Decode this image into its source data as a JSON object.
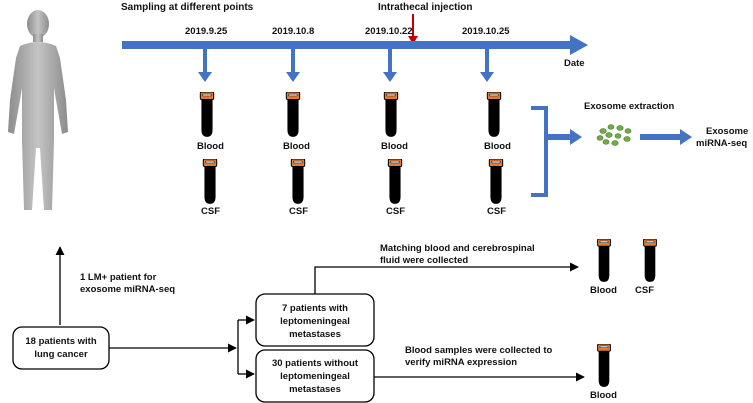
{
  "header": {
    "sampling_title": "Sampling at different points",
    "injection_label": "Intrathecal injection",
    "date_label": "Date"
  },
  "timeline": {
    "dates": [
      "2019.9.25",
      "2019.10.8",
      "2019.10.22",
      "2019.10.25"
    ],
    "sample_labels": {
      "blood": "Blood",
      "csf": "CSF"
    }
  },
  "extraction": {
    "label": "Exosome extraction",
    "result_line1": "Exosome",
    "result_line2": "miRNA-seq"
  },
  "flow": {
    "lm_patient_line1": "1 LM+ patient for",
    "lm_patient_line2": "exosome miRNA-seq",
    "root_box_line1": "18 patients with",
    "root_box_line2": "lung cancer",
    "lm_box_line1": "7 patients with",
    "lm_box_line2": "leptomeningeal",
    "lm_box_line3": "metastases",
    "nonlm_box_line1": "30 patients without",
    "nonlm_box_line2": "leptomeningeal",
    "nonlm_box_line3": "metastases",
    "matching_line1": "Matching blood and cerebrospinal",
    "matching_line2": "fluid were collected",
    "verify_line1": "Blood samples were collected to",
    "verify_line2": "verify miRNA expression",
    "out_blood": "Blood",
    "out_csf": "CSF",
    "out_blood2": "Blood"
  },
  "colors": {
    "arrow_blue": "#4472c4",
    "injection_red": "#c00000",
    "tube_cap": "#e07b39",
    "blood_top": "#fbe3dc",
    "blood_bottom": "#c0392b",
    "csf_top": "#fff8dc",
    "csf_bottom": "#e6c200",
    "exosome_green": "#70ad47",
    "body_fill": "#a6a6a6"
  },
  "icons": [
    "human-body-icon",
    "blood-tube-icon",
    "csf-tube-icon",
    "exosome-cluster-icon"
  ]
}
